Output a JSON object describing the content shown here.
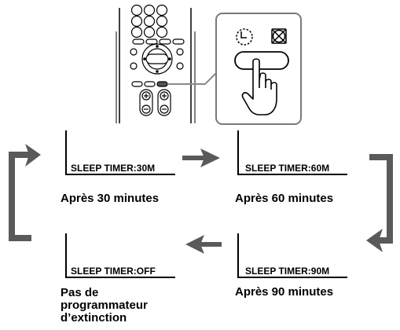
{
  "displays": {
    "t30": {
      "screen": "SLEEP TIMER:30M",
      "caption": "Après 30 minutes"
    },
    "t60": {
      "screen": "SLEEP TIMER:60M",
      "caption": "Après 60 minutes"
    },
    "t90": {
      "screen": "SLEEP TIMER:90M",
      "caption": "Après 90 minutes"
    },
    "off": {
      "screen": "SLEEP TIMER:OFF",
      "caption_lines": [
        "Pas de",
        "programmateur",
        "d’extinction"
      ]
    }
  },
  "remote": {
    "highlighted_button": "sleep-button",
    "zoom_icons": [
      "sleep-clock-icon",
      "mute-x-icon"
    ]
  },
  "cycle_order": [
    "t30",
    "t60",
    "t90",
    "off"
  ],
  "colors": {
    "arrow": "#5a5a5a",
    "ink": "#000000",
    "accent_gray": "#8a8a8a"
  }
}
